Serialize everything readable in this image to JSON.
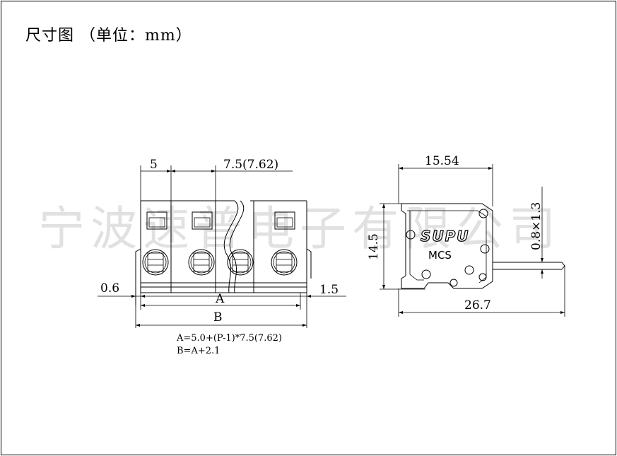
{
  "title": "尺寸图  （单位：mm）",
  "watermark": "宁波速普电子有限公司",
  "front_view": {
    "dim_pitch_first": "5",
    "dim_pitch": "7.5(7.62)",
    "dim_left_offset": "0.6",
    "dim_right_offset": "1.5",
    "dim_a_label": "A",
    "dim_b_label": "B",
    "formula_a": "A=5.0+(P-1)*7.5(7.62)",
    "formula_b": "B=A+2.1"
  },
  "side_view": {
    "dim_width": "15.54",
    "dim_height": "14.5",
    "dim_total_length": "26.7",
    "dim_pin": "0.8×1.3",
    "logo_text": "SUPU",
    "model_text": "MCS"
  }
}
